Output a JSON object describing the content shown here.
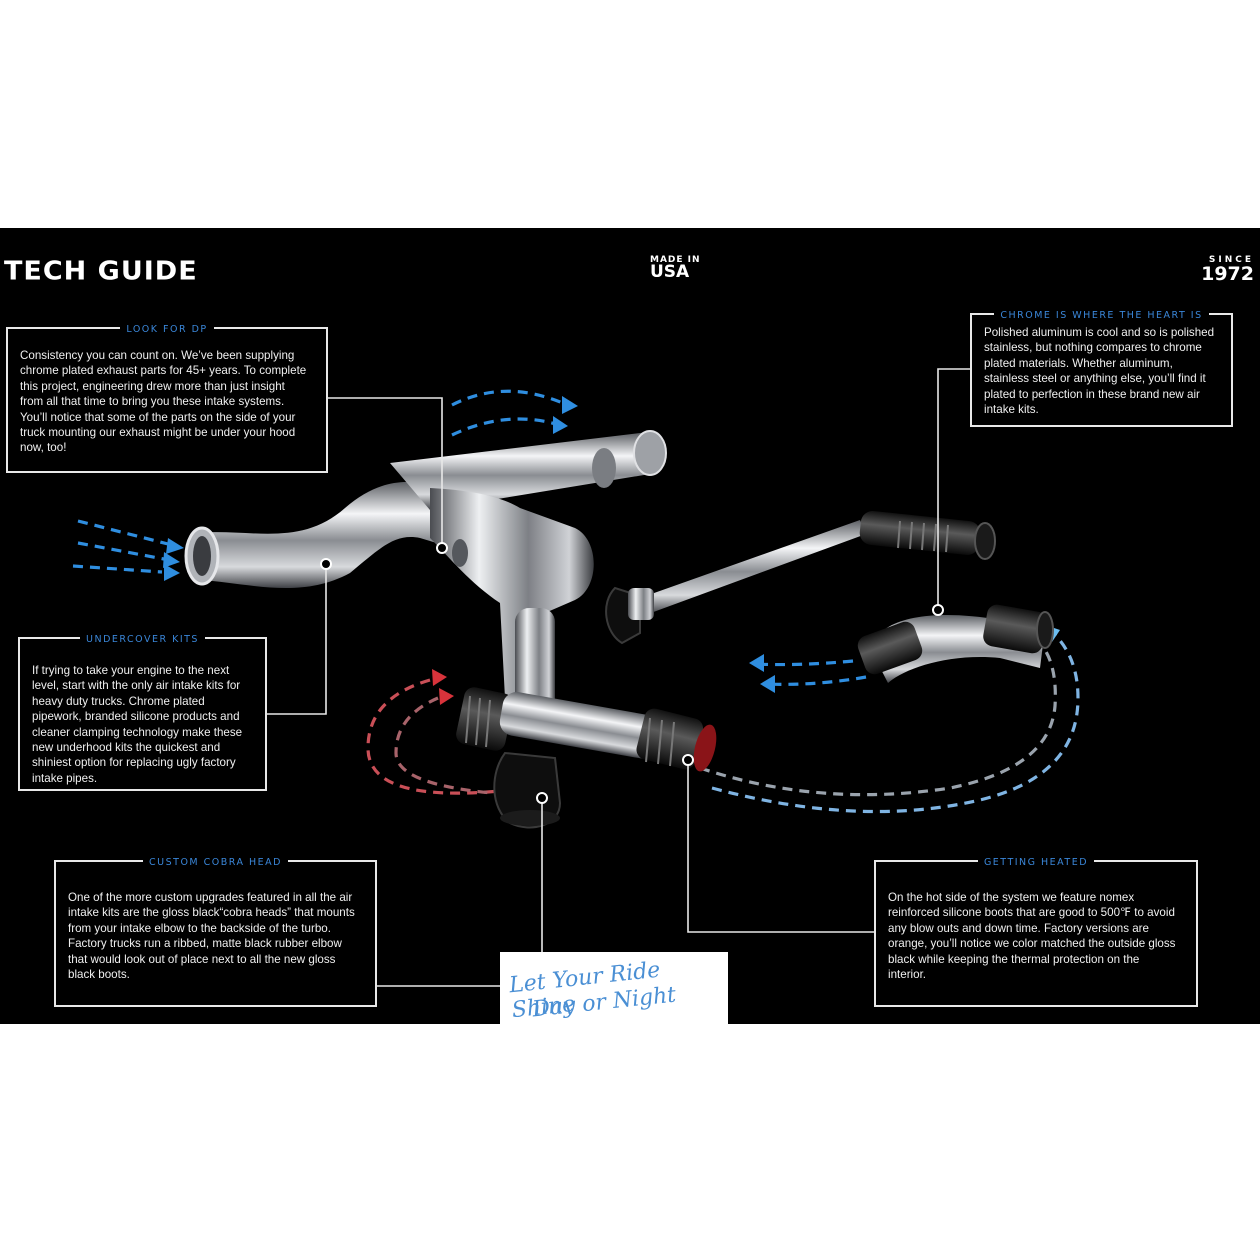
{
  "header": {
    "title": "TECH GUIDE",
    "made_line1": "MADE IN",
    "made_line2": "USA",
    "since_line1": "SINCE",
    "since_line2": "1972"
  },
  "callouts": {
    "look_for_dp": {
      "heading": "LOOK FOR DP",
      "text": "Consistency you can count on. We’ve been supplying chrome plated exhaust parts for 45+ years. To complete this project, engineering drew more than just insight from all that time to bring you these intake systems. You’ll notice that some of the parts on the side of your truck mounting our exhaust might be under your hood now, too!"
    },
    "undercover_kits": {
      "heading": "UNDERCOVER KITS",
      "text": "If trying to take your engine to the next level, start with the only air intake kits for heavy duty trucks. Chrome plated pipework, branded silicone products and cleaner clamping technology make these new underhood kits the quickest and shiniest option for replacing ugly factory intake pipes."
    },
    "custom_cobra_head": {
      "heading": "CUSTOM COBRA HEAD",
      "text": "One of the more custom upgrades featured in all the air intake kits are the gloss black“cobra heads” that mounts from your intake elbow to the backside of the turbo. Factory trucks run a ribbed, matte black rubber elbow that would look out of place next to all the new gloss black boots."
    },
    "chrome_heart": {
      "heading": "CHROME IS WHERE THE HEART IS",
      "text": "Polished aluminum is cool and so is polished stainless, but nothing compares to chrome plated materials. Whether aluminum, stainless steel or anything else, you’ll find it plated to perfection in these brand new air intake kits."
    },
    "getting_heated": {
      "heading": "GETTING HEATED",
      "text": "On the hot side of the system we feature nomex reinforced silicone boots that are good to 500℉ to avoid any blow outs and down time. Factory versions are orange, you’ll notice we color matched the outside gloss black while keeping the thermal protection on the interior."
    }
  },
  "tagline": {
    "line1": "Let Your Ride Shine",
    "line2": "Day or Night"
  },
  "colors": {
    "background": "#000000",
    "heading_blue": "#3a86d8",
    "arrow_blue": "#2f8ee0",
    "arrow_red": "#d8333b",
    "chrome": "#c9ccd1"
  }
}
